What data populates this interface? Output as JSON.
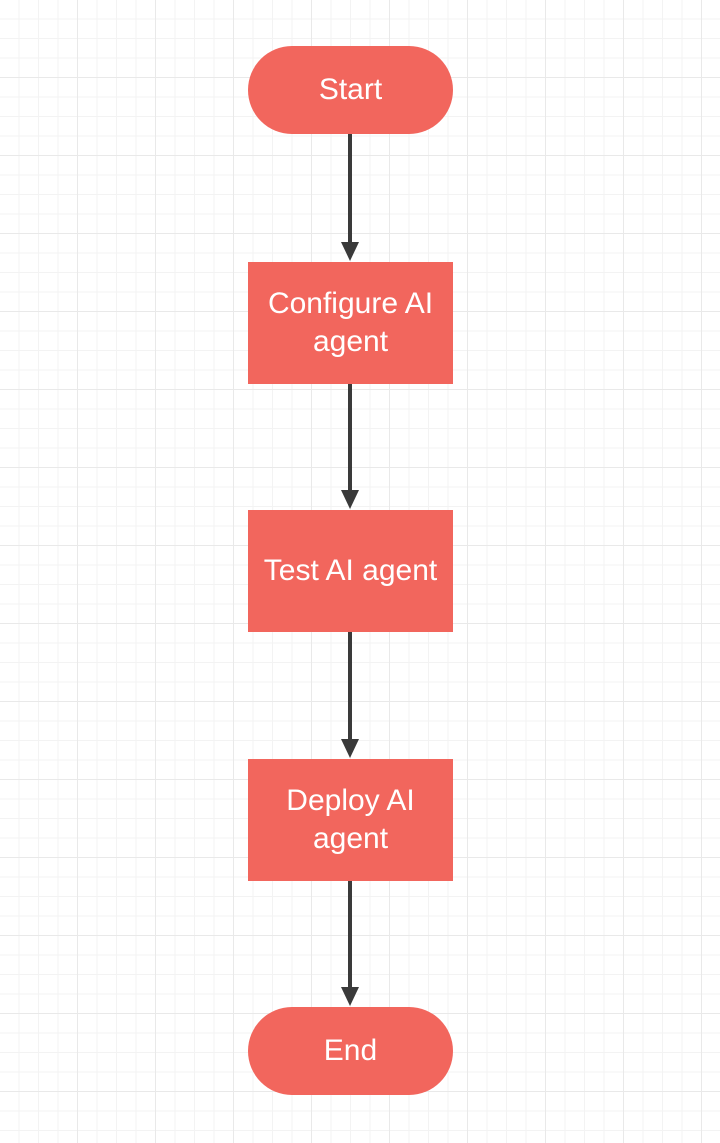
{
  "flowchart": {
    "nodes": [
      {
        "id": "start",
        "shape": "terminal",
        "label": "Start"
      },
      {
        "id": "configure",
        "shape": "process",
        "label": "Configure AI agent"
      },
      {
        "id": "test",
        "shape": "process",
        "label": "Test AI agent"
      },
      {
        "id": "deploy",
        "shape": "process",
        "label": "Deploy AI agent"
      },
      {
        "id": "end",
        "shape": "terminal",
        "label": "End"
      }
    ],
    "edges": [
      {
        "from": "start",
        "to": "configure"
      },
      {
        "from": "configure",
        "to": "test"
      },
      {
        "from": "test",
        "to": "deploy"
      },
      {
        "from": "deploy",
        "to": "end"
      }
    ]
  },
  "colors": {
    "node_fill": "#f2665d",
    "node_text": "#ffffff",
    "connector": "#3a3a3a",
    "grid": "#e9e9e9",
    "background": "#ffffff"
  }
}
